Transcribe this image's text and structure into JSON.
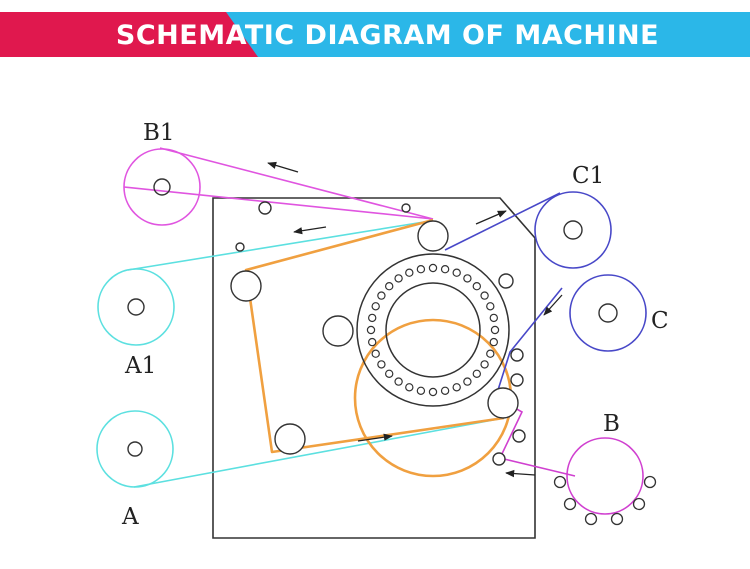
{
  "header": {
    "title": "SCHEMATIC DIAGRAM OF MACHINE"
  },
  "colors": {
    "banner_red": "#e0184e",
    "banner_blue": "#2bb7e8",
    "pink_web": "#e055e0",
    "cyan_web": "#5ce0e0",
    "blue_web": "#4848c8",
    "orange_web": "#f0a040",
    "frame": "#333333"
  },
  "labels": {
    "b1": "B1",
    "c1": "C1",
    "c": "C",
    "a1": "A1",
    "a": "A",
    "b": "B"
  }
}
